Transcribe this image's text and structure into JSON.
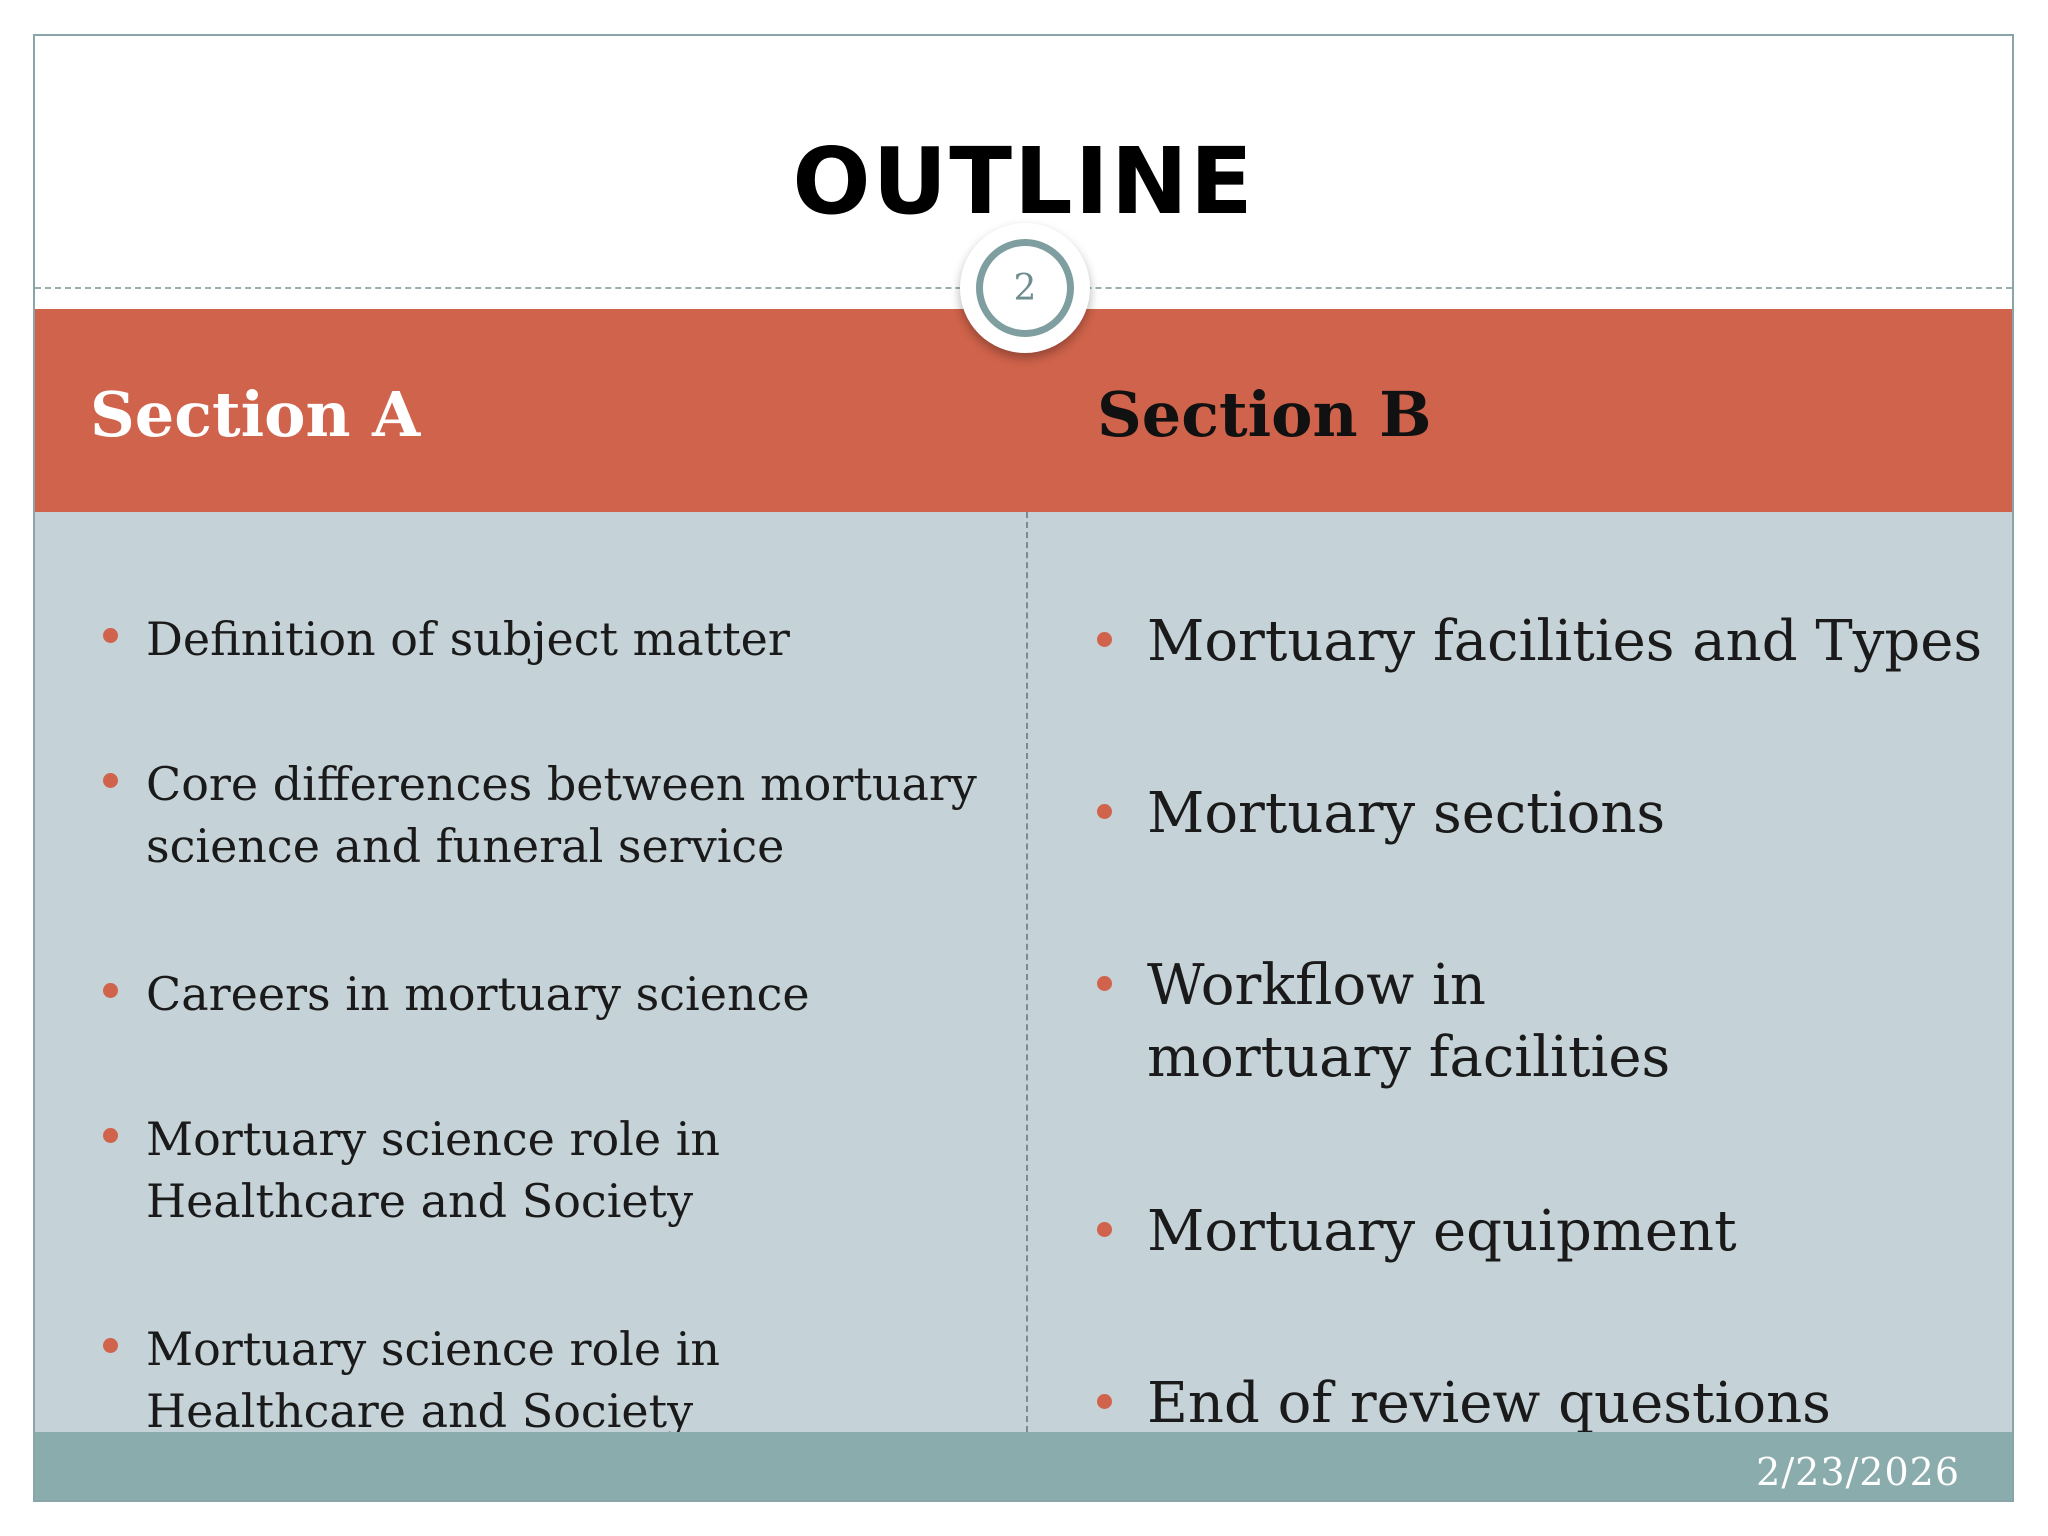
{
  "slide": {
    "title": "OUTLINE",
    "slide_number": "2",
    "date": "2/23/2026"
  },
  "section_a": {
    "heading": "Section A",
    "items": [
      "Definition of subject matter",
      "Core differences between mortuary science and funeral service",
      "Careers in mortuary science",
      "Mortuary science role in Healthcare and Society",
      "Mortuary science role in Healthcare and Society"
    ]
  },
  "section_b": {
    "heading": "Section B",
    "items": [
      "Mortuary facilities and Types",
      "Mortuary sections",
      "Workflow in mortuary facilities",
      "Mortuary equipment",
      "End of review questions"
    ]
  },
  "colors": {
    "accent": "#d0634b",
    "content_bg": "#c5d2d7",
    "footer_bg": "#8aacac",
    "badge_ring": "#7f9ea0"
  }
}
